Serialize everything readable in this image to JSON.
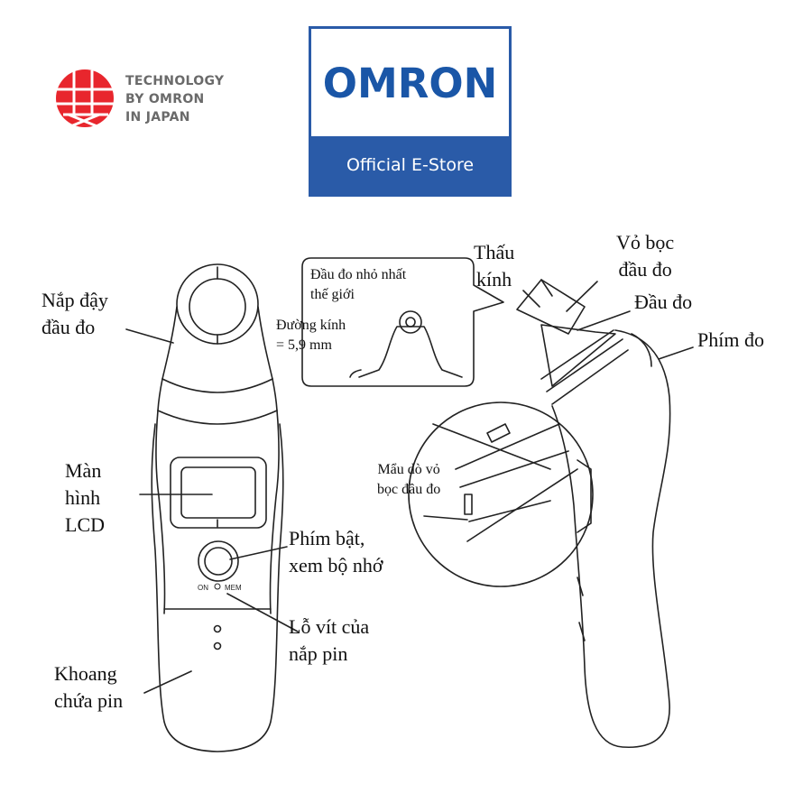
{
  "badge": {
    "icon": "red-globe-icon",
    "lines": [
      "TECHNOLOGY",
      "BY OMRON",
      "IN JAPAN"
    ],
    "color": "#e8262d"
  },
  "brand": {
    "logo": "OMRON",
    "tagline": "Official E-Store",
    "color": "#1a56a7"
  },
  "labels": {
    "probe_cover_cap": [
      "Nắp đậy",
      "đầu  đo"
    ],
    "lcd": [
      "Màn",
      "hình",
      "LCD"
    ],
    "on_mem_button": [
      "Phím bật,",
      "xem bộ nhớ"
    ],
    "screw_hole": [
      "Lỗ vít của",
      "nắp  pin"
    ],
    "battery": [
      "Khoang",
      "chứa pin"
    ],
    "lens": [
      "Thấu",
      "kính"
    ],
    "probe_cover": [
      "Vỏ bọc",
      "đầu đo"
    ],
    "probe": "Đầu đo",
    "measure_button": "Phím đo",
    "probe_detector": [
      "Mẩu dò vỏ",
      "bọc đầu đo"
    ]
  },
  "callout": {
    "line1": "Đầu đo nhỏ nhất",
    "line2": "thế giới",
    "diameter_label": "Đường kính",
    "diameter_value": "= 5,9 mm"
  },
  "device_marks": {
    "on": "ON",
    "mem": "MEM"
  }
}
